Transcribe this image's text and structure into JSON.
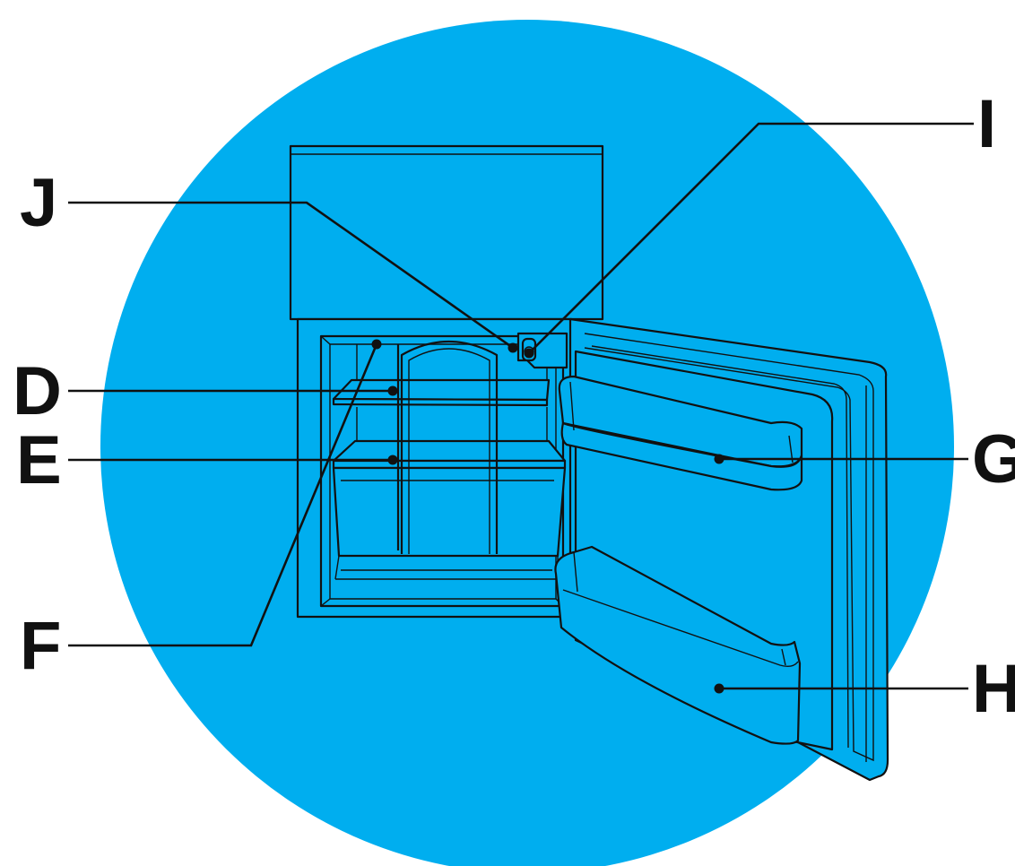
{
  "colors": {
    "background_circle": "#00AEEF",
    "outline": "#111111",
    "page": "#FFFFFF"
  },
  "labels": {
    "D": "D",
    "E": "E",
    "F": "F",
    "G": "G",
    "H": "H",
    "I": "I",
    "J": "J"
  }
}
